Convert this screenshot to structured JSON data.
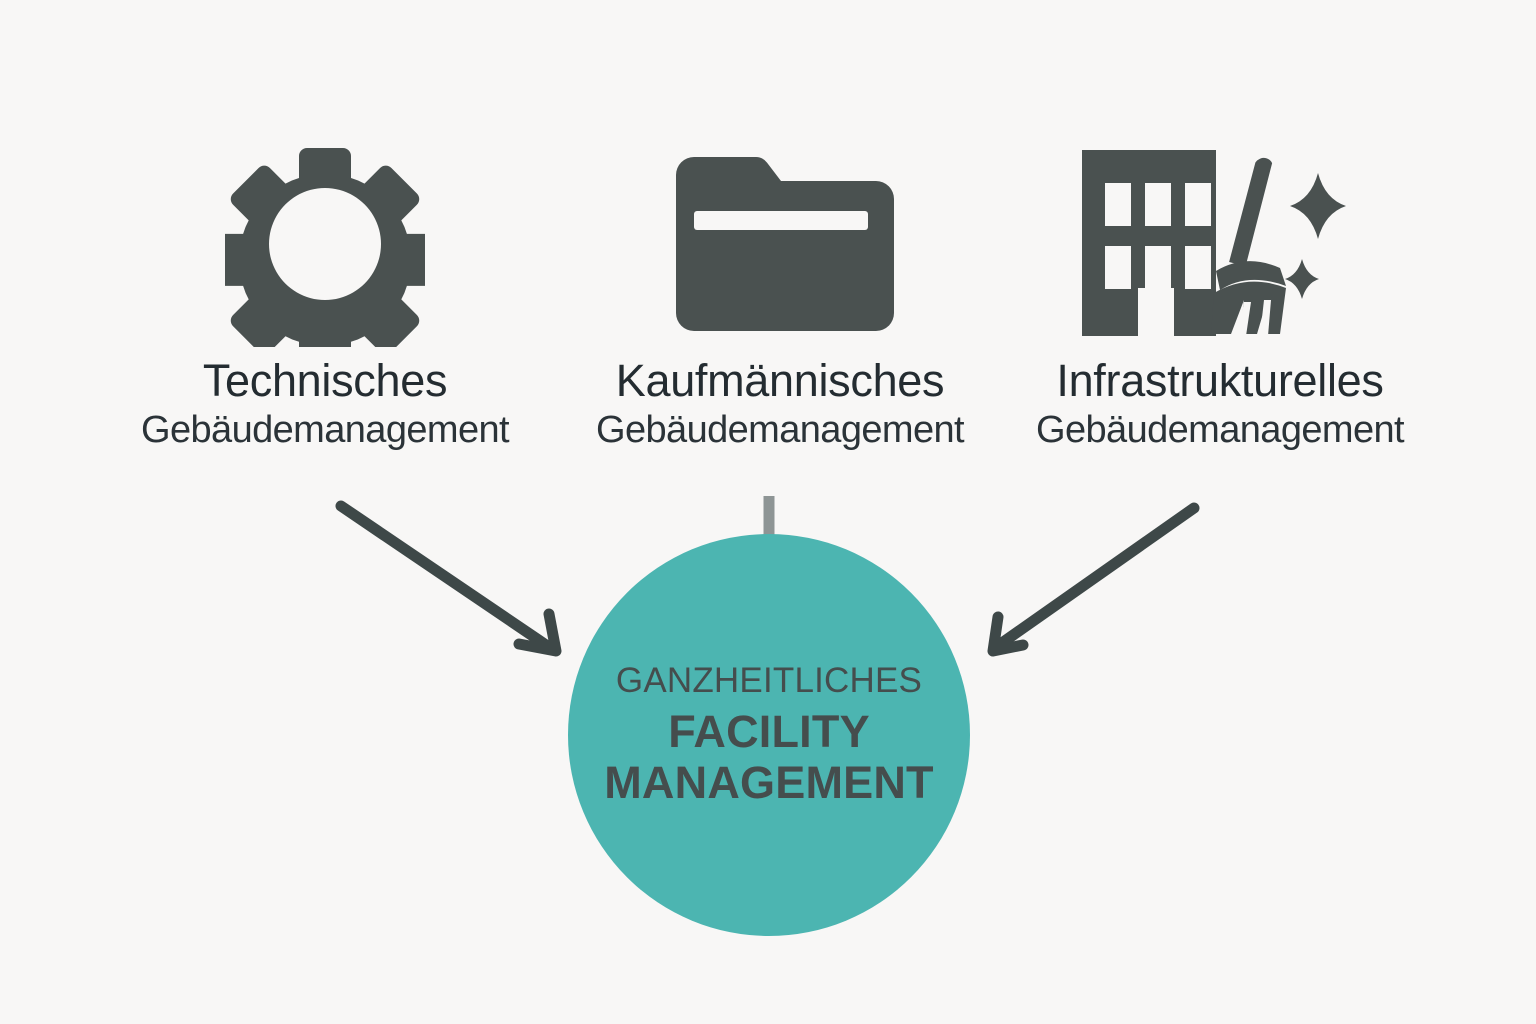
{
  "theme": {
    "background_color": "#f8f7f6",
    "icon_color": "#4a5150",
    "accent_color": "#4cb5b1",
    "heading_text_color": "#242c31",
    "circle_text_color": "#454d4d",
    "arrow_color": "#3e4848"
  },
  "pillars": [
    {
      "id": "technisches",
      "icon": "gear-icon",
      "line1": "Technisches",
      "line2": "Gebäudemanagement",
      "connector": "arrow-diagonal-down-right"
    },
    {
      "id": "kaufmaennisches",
      "icon": "folder-icon",
      "line1": "Kaufmännisches",
      "line2": "Gebäudemanagement",
      "connector": "vertical-bar"
    },
    {
      "id": "infrastrukturelles",
      "icon": "building-broom-sparkle-icon",
      "line1": "Infrastrukturelles",
      "line2": "Gebäudemanagement",
      "connector": "arrow-diagonal-down-left"
    }
  ],
  "center": {
    "shape": "circle",
    "line_top": "GANZHEITLICHES",
    "line_main_1": "FACILITY",
    "line_main_2": "MANAGEMENT"
  }
}
